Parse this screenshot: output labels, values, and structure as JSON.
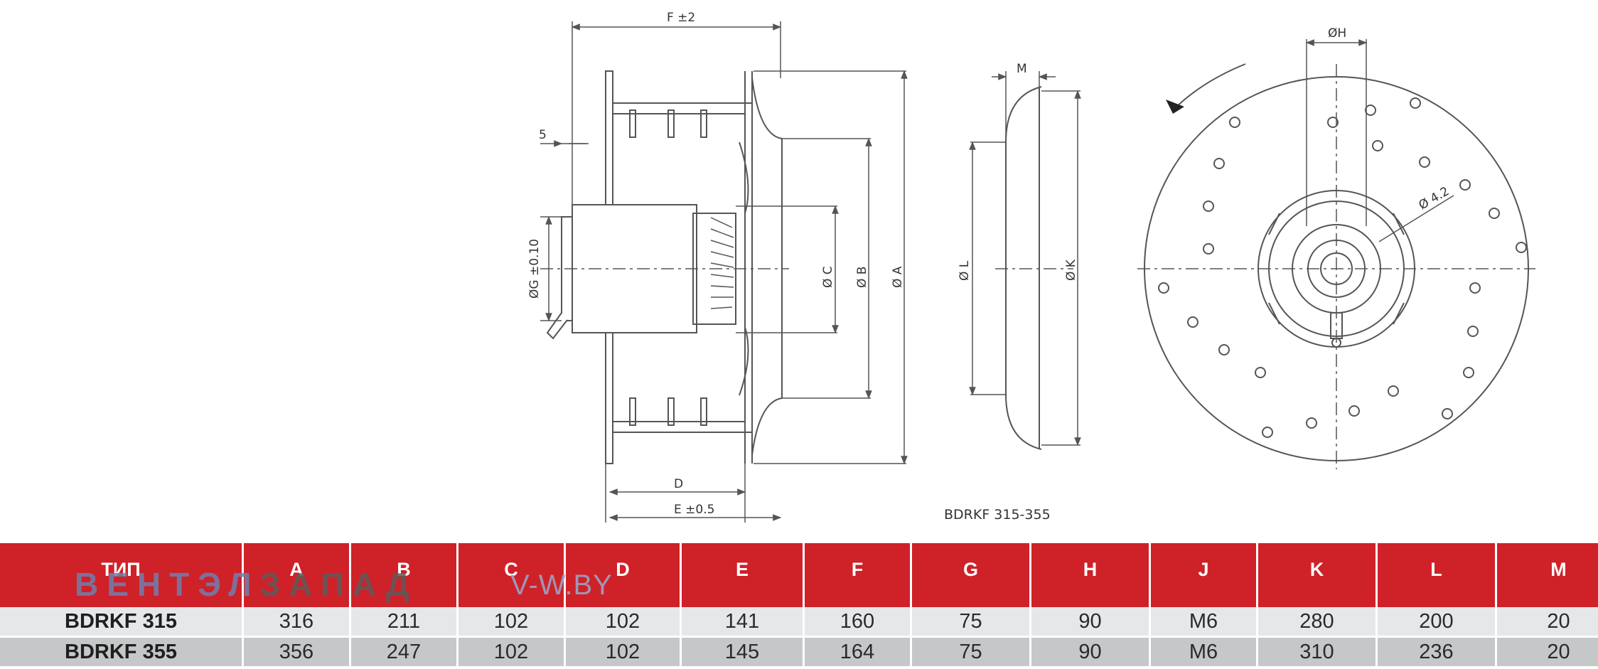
{
  "drawing": {
    "labels": {
      "f": "F ±2",
      "five": "5",
      "g": "ØG ±0.10",
      "c": "Ø C",
      "b": "Ø B",
      "a": "Ø A",
      "d": "D",
      "e": "E ±0.5",
      "m": "M",
      "l": "Ø L",
      "k": "Ø K",
      "h": "ØH",
      "hole": "Ø 4.2"
    },
    "model_code": "BDRKF  315-355",
    "line_color": "#555555"
  },
  "table": {
    "headers": [
      "ТИП",
      "A",
      "B",
      "C",
      "D",
      "E",
      "F",
      "G",
      "H",
      "J",
      "K",
      "L",
      "M"
    ],
    "rows": [
      [
        "BDRKF 315",
        "316",
        "211",
        "102",
        "102",
        "141",
        "160",
        "75",
        "90",
        "M6",
        "280",
        "200",
        "20"
      ],
      [
        "BDRKF 355",
        "356",
        "247",
        "102",
        "102",
        "145",
        "164",
        "75",
        "90",
        "M6",
        "310",
        "236",
        "20"
      ]
    ],
    "header_color": "#cf2128",
    "row_colors": [
      "#e6e7e9",
      "#c6c7c9"
    ]
  },
  "watermark": {
    "part_a": "ВЕНТЭЛ",
    "part_b": "ЗАПАД",
    "site": "V-W.BY"
  }
}
